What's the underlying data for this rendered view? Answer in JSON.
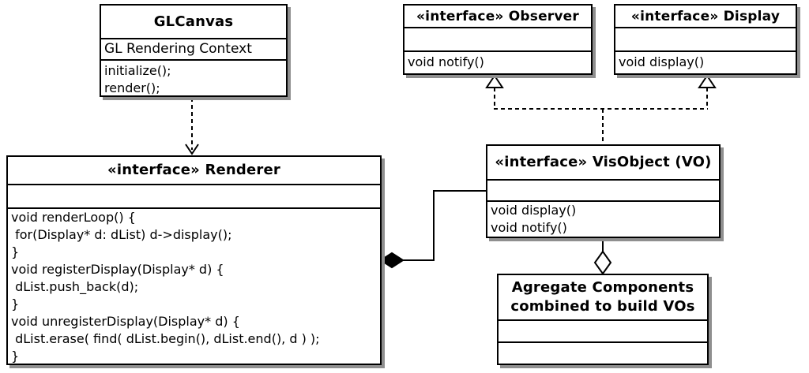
{
  "diagram": {
    "background": "#ffffff",
    "line_color": "#000000",
    "shadow_color": "#8f8f8f",
    "classes": {
      "glcanvas": {
        "title": "GLCanvas",
        "attributes": [
          "GL Rendering Context"
        ],
        "methods": [
          "initialize();",
          "render();"
        ]
      },
      "observer": {
        "title": "«interface» Observer",
        "attributes": [],
        "methods": [
          "void notify()"
        ]
      },
      "display": {
        "title": "«interface» Display",
        "attributes": [],
        "methods": [
          "void display()"
        ]
      },
      "renderer": {
        "title": "«interface» Renderer",
        "attributes": [],
        "methods": [
          "void renderLoop() {",
          " for(Display* d: dList) d->display();",
          "}",
          "void registerDisplay(Display* d) {",
          " dList.push_back(d);",
          "}",
          "void unregisterDisplay(Display* d) {",
          " dList.erase( find( dList.begin(), dList.end(), d ) );",
          "}"
        ]
      },
      "visobject": {
        "title": "«interface» VisObject (VO)",
        "attributes": [],
        "methods": [
          "void display()",
          "void notify()"
        ]
      },
      "aggregate": {
        "title_lines": [
          "Agregate Components",
          "combined to build VOs"
        ],
        "attributes": [],
        "methods": []
      }
    },
    "relations": [
      {
        "type": "dependency",
        "from": "GLCanvas",
        "to": "Renderer",
        "style": "dashed-open-arrow"
      },
      {
        "type": "realization",
        "from": "VisObject (VO)",
        "to": "Observer",
        "style": "dashed-hollow-triangle"
      },
      {
        "type": "realization",
        "from": "VisObject (VO)",
        "to": "Display",
        "style": "dashed-hollow-triangle"
      },
      {
        "type": "composition",
        "whole": "Renderer",
        "part": "VisObject (VO)",
        "style": "solid-filled-diamond"
      },
      {
        "type": "aggregation",
        "whole": "Agregate Components",
        "part": "VisObject (VO)",
        "style": "solid-hollow-diamond"
      }
    ]
  }
}
